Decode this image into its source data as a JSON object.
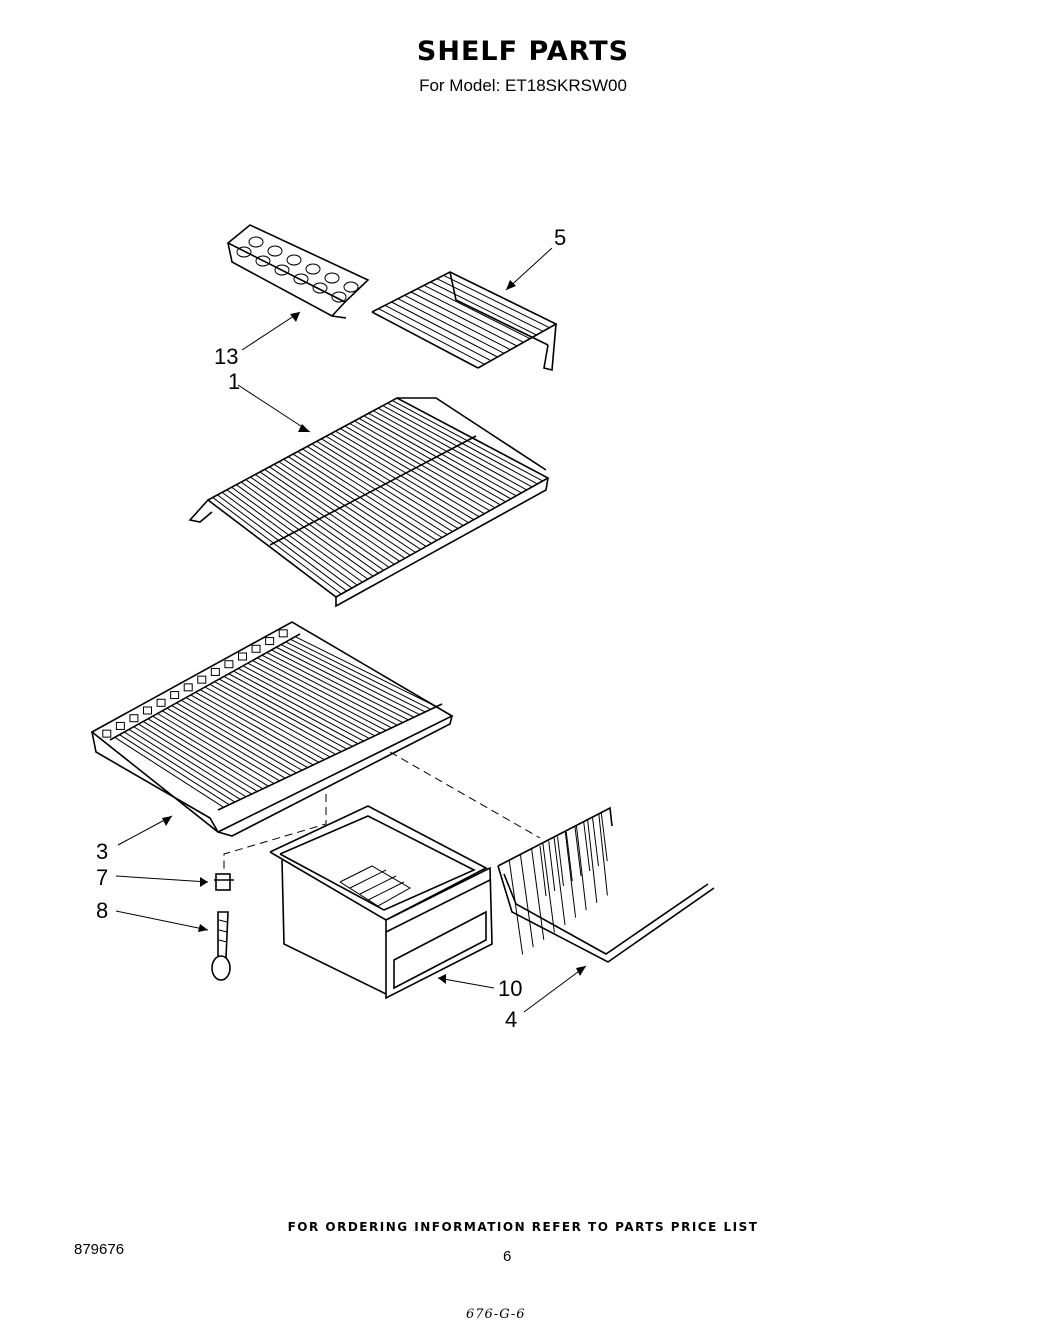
{
  "header": {
    "title": "SHELF PARTS",
    "subtitle": "For Model: ET18SKRSW00"
  },
  "callouts": [
    {
      "num": "13",
      "part": "ice-cube-tray"
    },
    {
      "num": "5",
      "part": "small-wire-shelf"
    },
    {
      "num": "1",
      "part": "wire-shelf"
    },
    {
      "num": "3",
      "part": "crisper-cover-shelf"
    },
    {
      "num": "7",
      "part": "shelf-support-clip"
    },
    {
      "num": "8",
      "part": "shelf-support-rod"
    },
    {
      "num": "10",
      "part": "crisper-drawer"
    },
    {
      "num": "4",
      "part": "wire-basket"
    }
  ],
  "footer": {
    "ordering_note": "FOR ORDERING INFORMATION REFER TO PARTS PRICE LIST",
    "doc_number": "879676",
    "page_number": "6",
    "handwritten_note": "676-G-6"
  }
}
